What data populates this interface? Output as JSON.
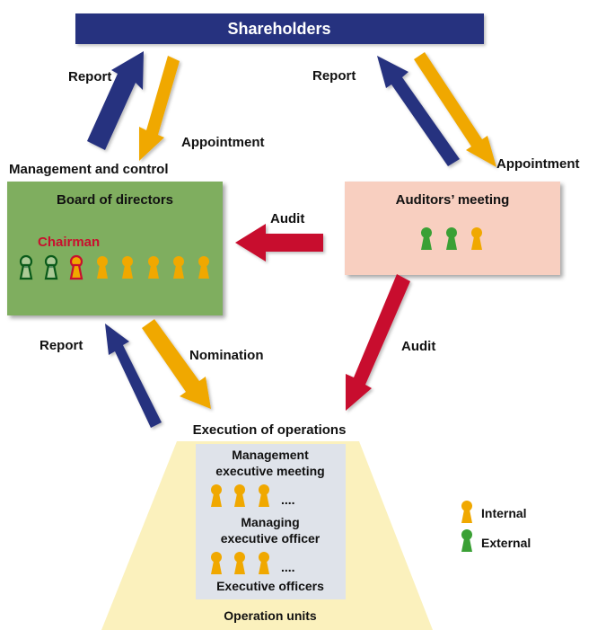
{
  "shareholders": {
    "title": "Shareholders"
  },
  "arrows": {
    "report_left": "Report",
    "appointment_left": "Appointment",
    "report_right": "Report",
    "appointment_right": "Appointment",
    "audit_board": "Audit",
    "audit_operations": "Audit",
    "report_bottom": "Report",
    "nomination": "Nomination"
  },
  "board": {
    "caption": "Management and control",
    "title": "Board of directors",
    "chairman_label": "Chairman"
  },
  "auditors": {
    "title": "Auditors’ meeting"
  },
  "execution": {
    "title": "Execution of operations",
    "mgmt_meeting_line1": "Management",
    "mgmt_meeting_line2": "executive meeting",
    "dots": "....",
    "managing_line1": "Managing",
    "managing_line2": "executive officer",
    "executive_officers": "Executive officers",
    "operation_units": "Operation units"
  },
  "legend": {
    "internal": "Internal",
    "external": "External"
  },
  "colors": {
    "navy": "#27307f",
    "orange": "#f0a800",
    "green_person": "#3aa035",
    "board_green": "#7fae5f",
    "auditor_pink": "#f8cfc0",
    "crimson": "#c8102e",
    "trapezoid": "#fbf1bd",
    "panel": "#dfe3ea"
  }
}
